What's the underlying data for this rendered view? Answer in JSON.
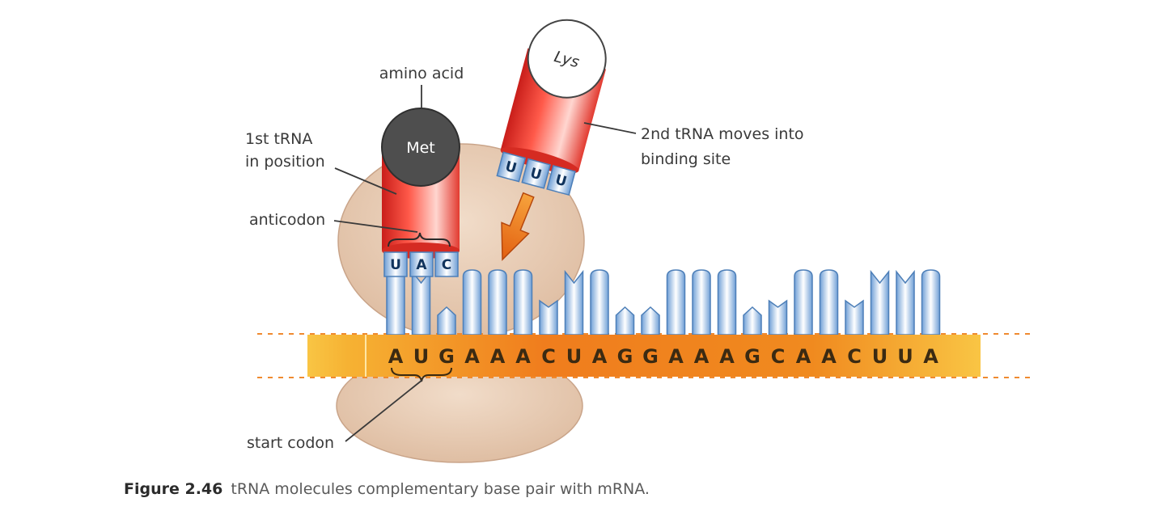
{
  "labels": {
    "amino_acid": "amino acid",
    "first_trna_line1": "1st tRNA",
    "first_trna_line2": "in position",
    "anticodon": "anticodon",
    "second_trna_line1": "2nd tRNA moves into",
    "second_trna_line2": "binding site",
    "start_codon": "start codon"
  },
  "amino_acids": {
    "first": "Met",
    "second": "Lys"
  },
  "anticodons": {
    "first": [
      "U",
      "A",
      "C"
    ],
    "second": [
      "U",
      "U",
      "U"
    ]
  },
  "mrna_sequence": [
    "A",
    "U",
    "G",
    "A",
    "A",
    "A",
    "C",
    "U",
    "A",
    "G",
    "G",
    "A",
    "A",
    "A",
    "G",
    "C",
    "A",
    "A",
    "C",
    "U",
    "U",
    "A"
  ],
  "caption": {
    "figure": "Figure 2.46",
    "text": "tRNA molecules complementary base pair with mRNA."
  },
  "colors": {
    "ribosome": "#e9cdb5",
    "trna_red": "#e8342a",
    "mrna_orange": "#f0921e",
    "base_blue": "#8bb8e6",
    "met_circle": "#505050",
    "arrow": "#f07a1a"
  }
}
